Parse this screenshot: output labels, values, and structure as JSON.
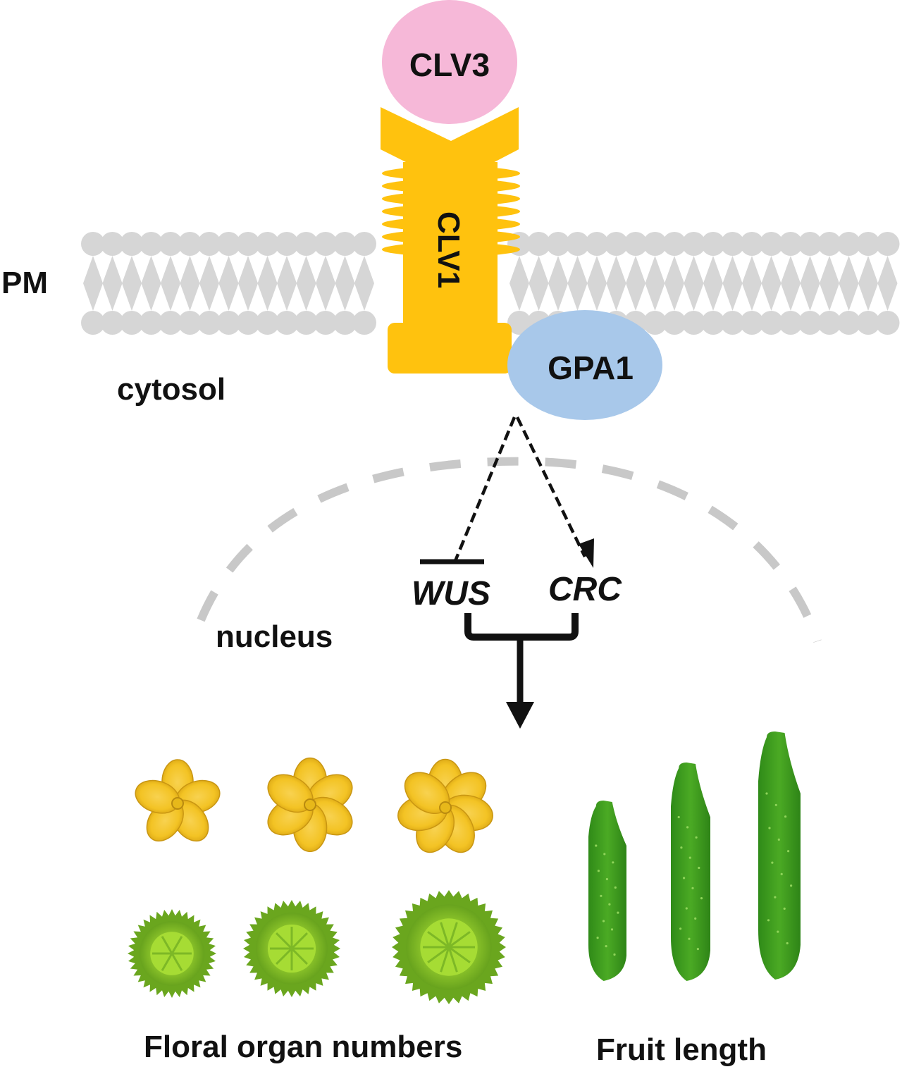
{
  "diagram": {
    "type": "signaling-pathway",
    "labels": {
      "plasma_membrane": "PM",
      "cytosol": "cytosol",
      "nucleus": "nucleus"
    },
    "proteins": {
      "ligand": "CLV3",
      "receptor": "CLV1",
      "g_protein": "GPA1"
    },
    "genes": {
      "repressed": "WUS",
      "activated": "CRC"
    },
    "interactions": [
      {
        "from": "GPA1",
        "to": "WUS",
        "type": "inhibition",
        "style": "dashed"
      },
      {
        "from": "GPA1",
        "to": "CRC",
        "type": "activation",
        "style": "dashed"
      },
      {
        "from": "WUS+CRC",
        "to": "phenotypes",
        "type": "activation",
        "style": "solid"
      }
    ],
    "outputs": {
      "floral_caption": "Floral organ numbers",
      "fruit_caption": "Fruit length",
      "flower_count": 3,
      "ovary_count": 3,
      "fruit_count": 3
    },
    "colors": {
      "ligand": "#F6B8D8",
      "receptor": "#FFC20E",
      "g_protein": "#A8C8EA",
      "membrane": "#D6D6D6",
      "nuclear_envelope": "#C8C8C8",
      "flower": "#F5C518",
      "ovary": "#8BC226",
      "fruit": "#3F9A1F",
      "text": "#111111"
    }
  }
}
